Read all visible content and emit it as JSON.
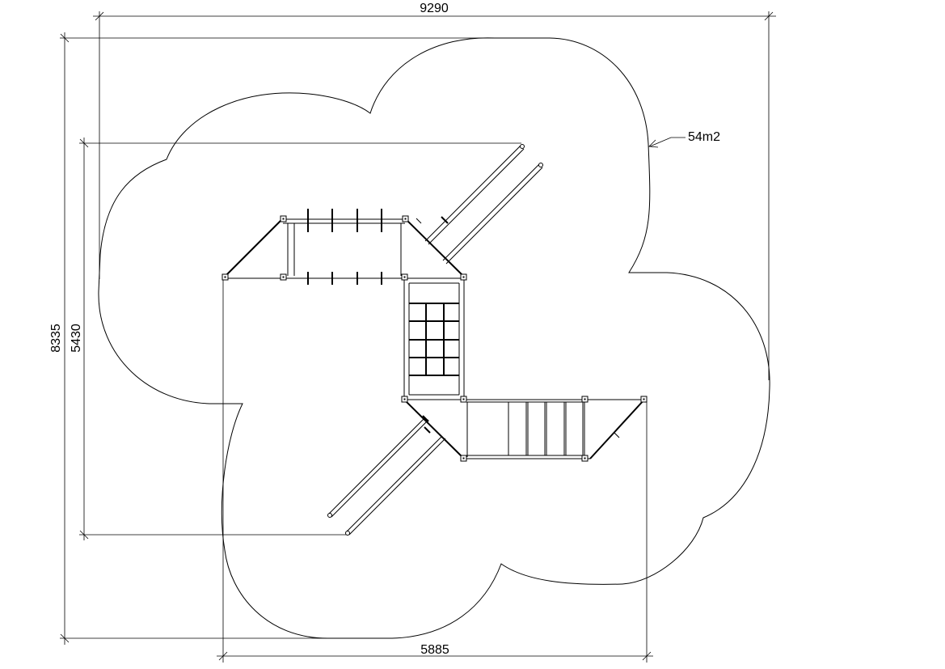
{
  "dimensions": {
    "overall_width": "9290",
    "overall_height": "8335",
    "equipment_height": "5430",
    "equipment_width": "5885",
    "safety_area": "54m2"
  }
}
